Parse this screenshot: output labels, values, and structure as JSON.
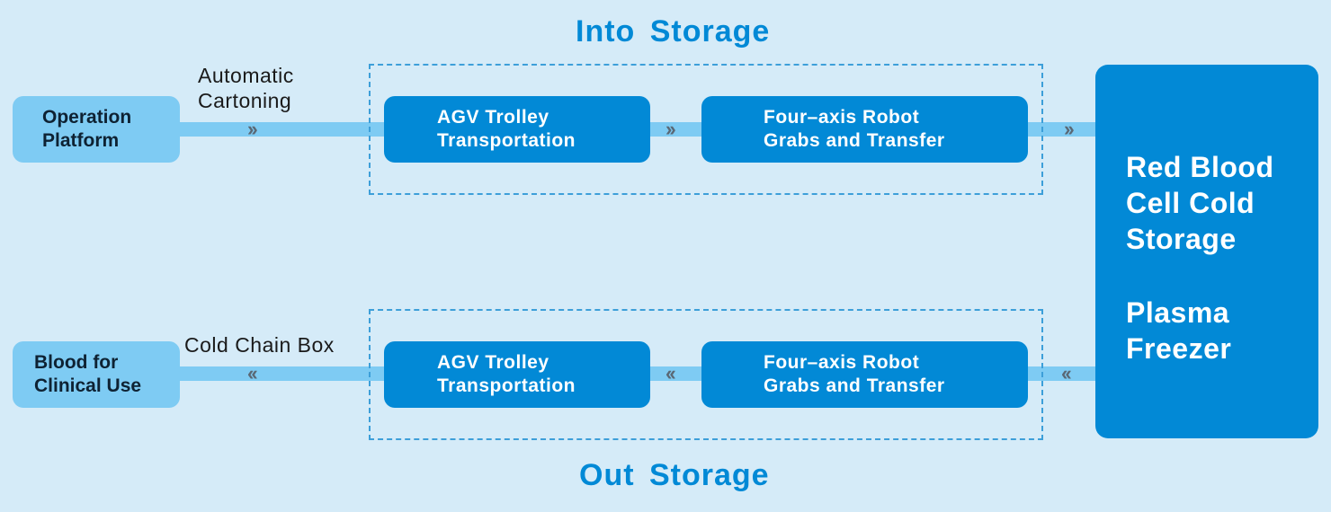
{
  "into_storage": {
    "title": "Into Storage",
    "source": {
      "line1": "Operation",
      "line2": "Platform"
    },
    "link_label": {
      "line1": "Automatic",
      "line2": "Cartoning"
    },
    "step1": {
      "line1": "AGV Trolley",
      "line2": "Transportation"
    },
    "step2": {
      "line1": "Four–axis Robot",
      "line2": "Grabs and Transfer"
    }
  },
  "out_storage": {
    "title": "Out Storage",
    "target": {
      "line1": "Blood for",
      "line2": "Clinical Use"
    },
    "link_label": "Cold Chain Box",
    "step1": {
      "line1": "AGV Trolley",
      "line2": "Transportation"
    },
    "step2": {
      "line1": "Four–axis Robot",
      "line2": "Grabs and Transfer"
    }
  },
  "storage": {
    "line1": "Red Blood",
    "line2": "Cell Cold",
    "line3": "Storage",
    "line4": "Plasma",
    "line5": "Freezer"
  },
  "icons": {
    "forward": "double-chevron-right-icon",
    "backward": "double-chevron-left-icon"
  },
  "colors": {
    "background": "#d5ebf8",
    "accent": "#0289d6",
    "light_box": "#7ecbf3",
    "title": "#0089d6"
  }
}
